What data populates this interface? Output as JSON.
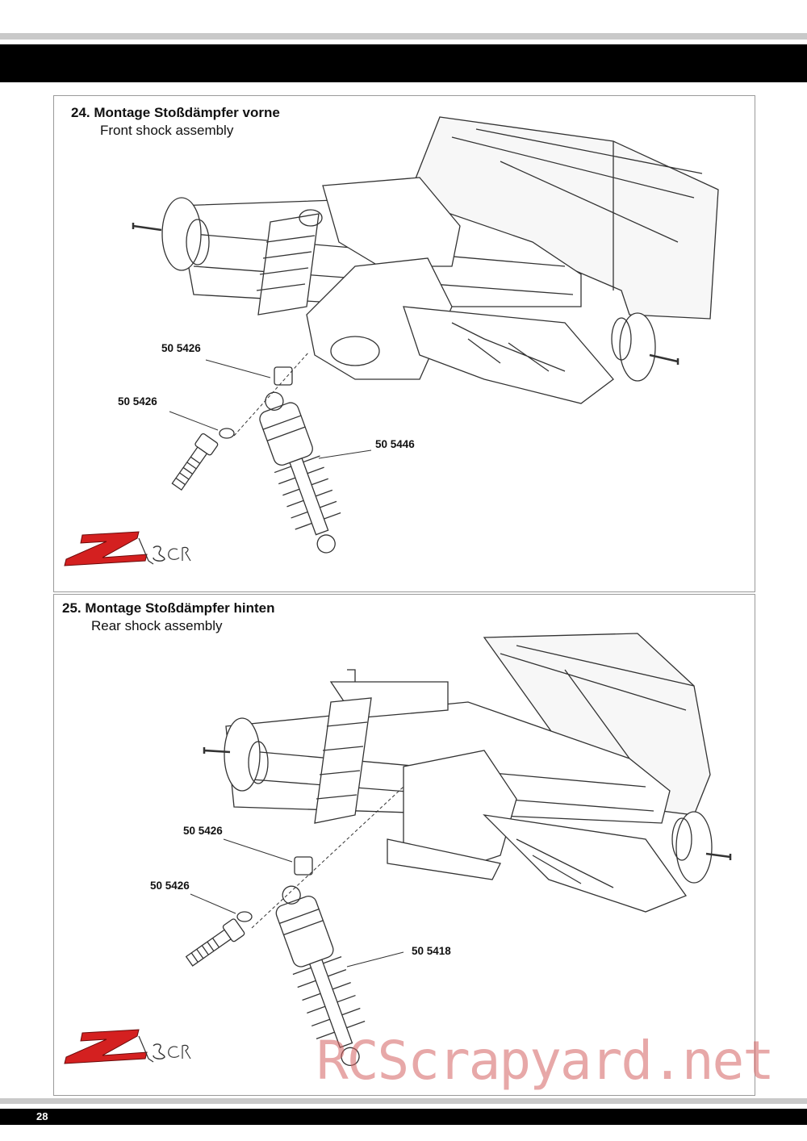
{
  "header": {
    "color": "#000000"
  },
  "steps": [
    {
      "title": "24.  Montage Stoßdämpfer vorne",
      "subtitle": "Front shock assembly",
      "parts": [
        "50 5426",
        "50 5426",
        "50 5446"
      ]
    },
    {
      "title": "25.  Montage Stoßdämpfer hinten",
      "subtitle": "Rear shock assembly",
      "parts": [
        "50 5426",
        "50 5426",
        "50 5418"
      ]
    }
  ],
  "watermark": "RCScrapyard.net",
  "footer": {
    "page_number": "28"
  },
  "colors": {
    "logo_red": "#d42020",
    "watermark": "#d46060",
    "rule_grey": "#c9c9c9"
  }
}
